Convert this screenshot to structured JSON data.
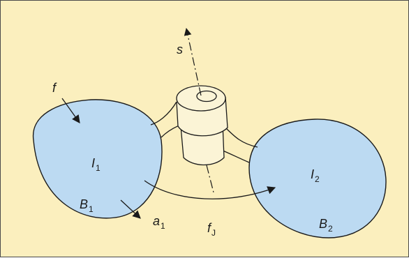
{
  "labels": {
    "s": "s",
    "f": "f",
    "I1": {
      "main": "I",
      "sub": "1"
    },
    "I2": {
      "main": "I",
      "sub": "2"
    },
    "B1": {
      "main": "B",
      "sub": "1"
    },
    "B2": {
      "main": "B",
      "sub": "2"
    },
    "a1": {
      "main": "a",
      "sub": "1"
    },
    "fJ": {
      "main": "f",
      "sub": "J"
    }
  },
  "colors": {
    "background": "#fbefbe",
    "body_fill": "#bcdaf2",
    "ink": "#1a1a1a",
    "joint_fill": "#fbf4d6"
  }
}
